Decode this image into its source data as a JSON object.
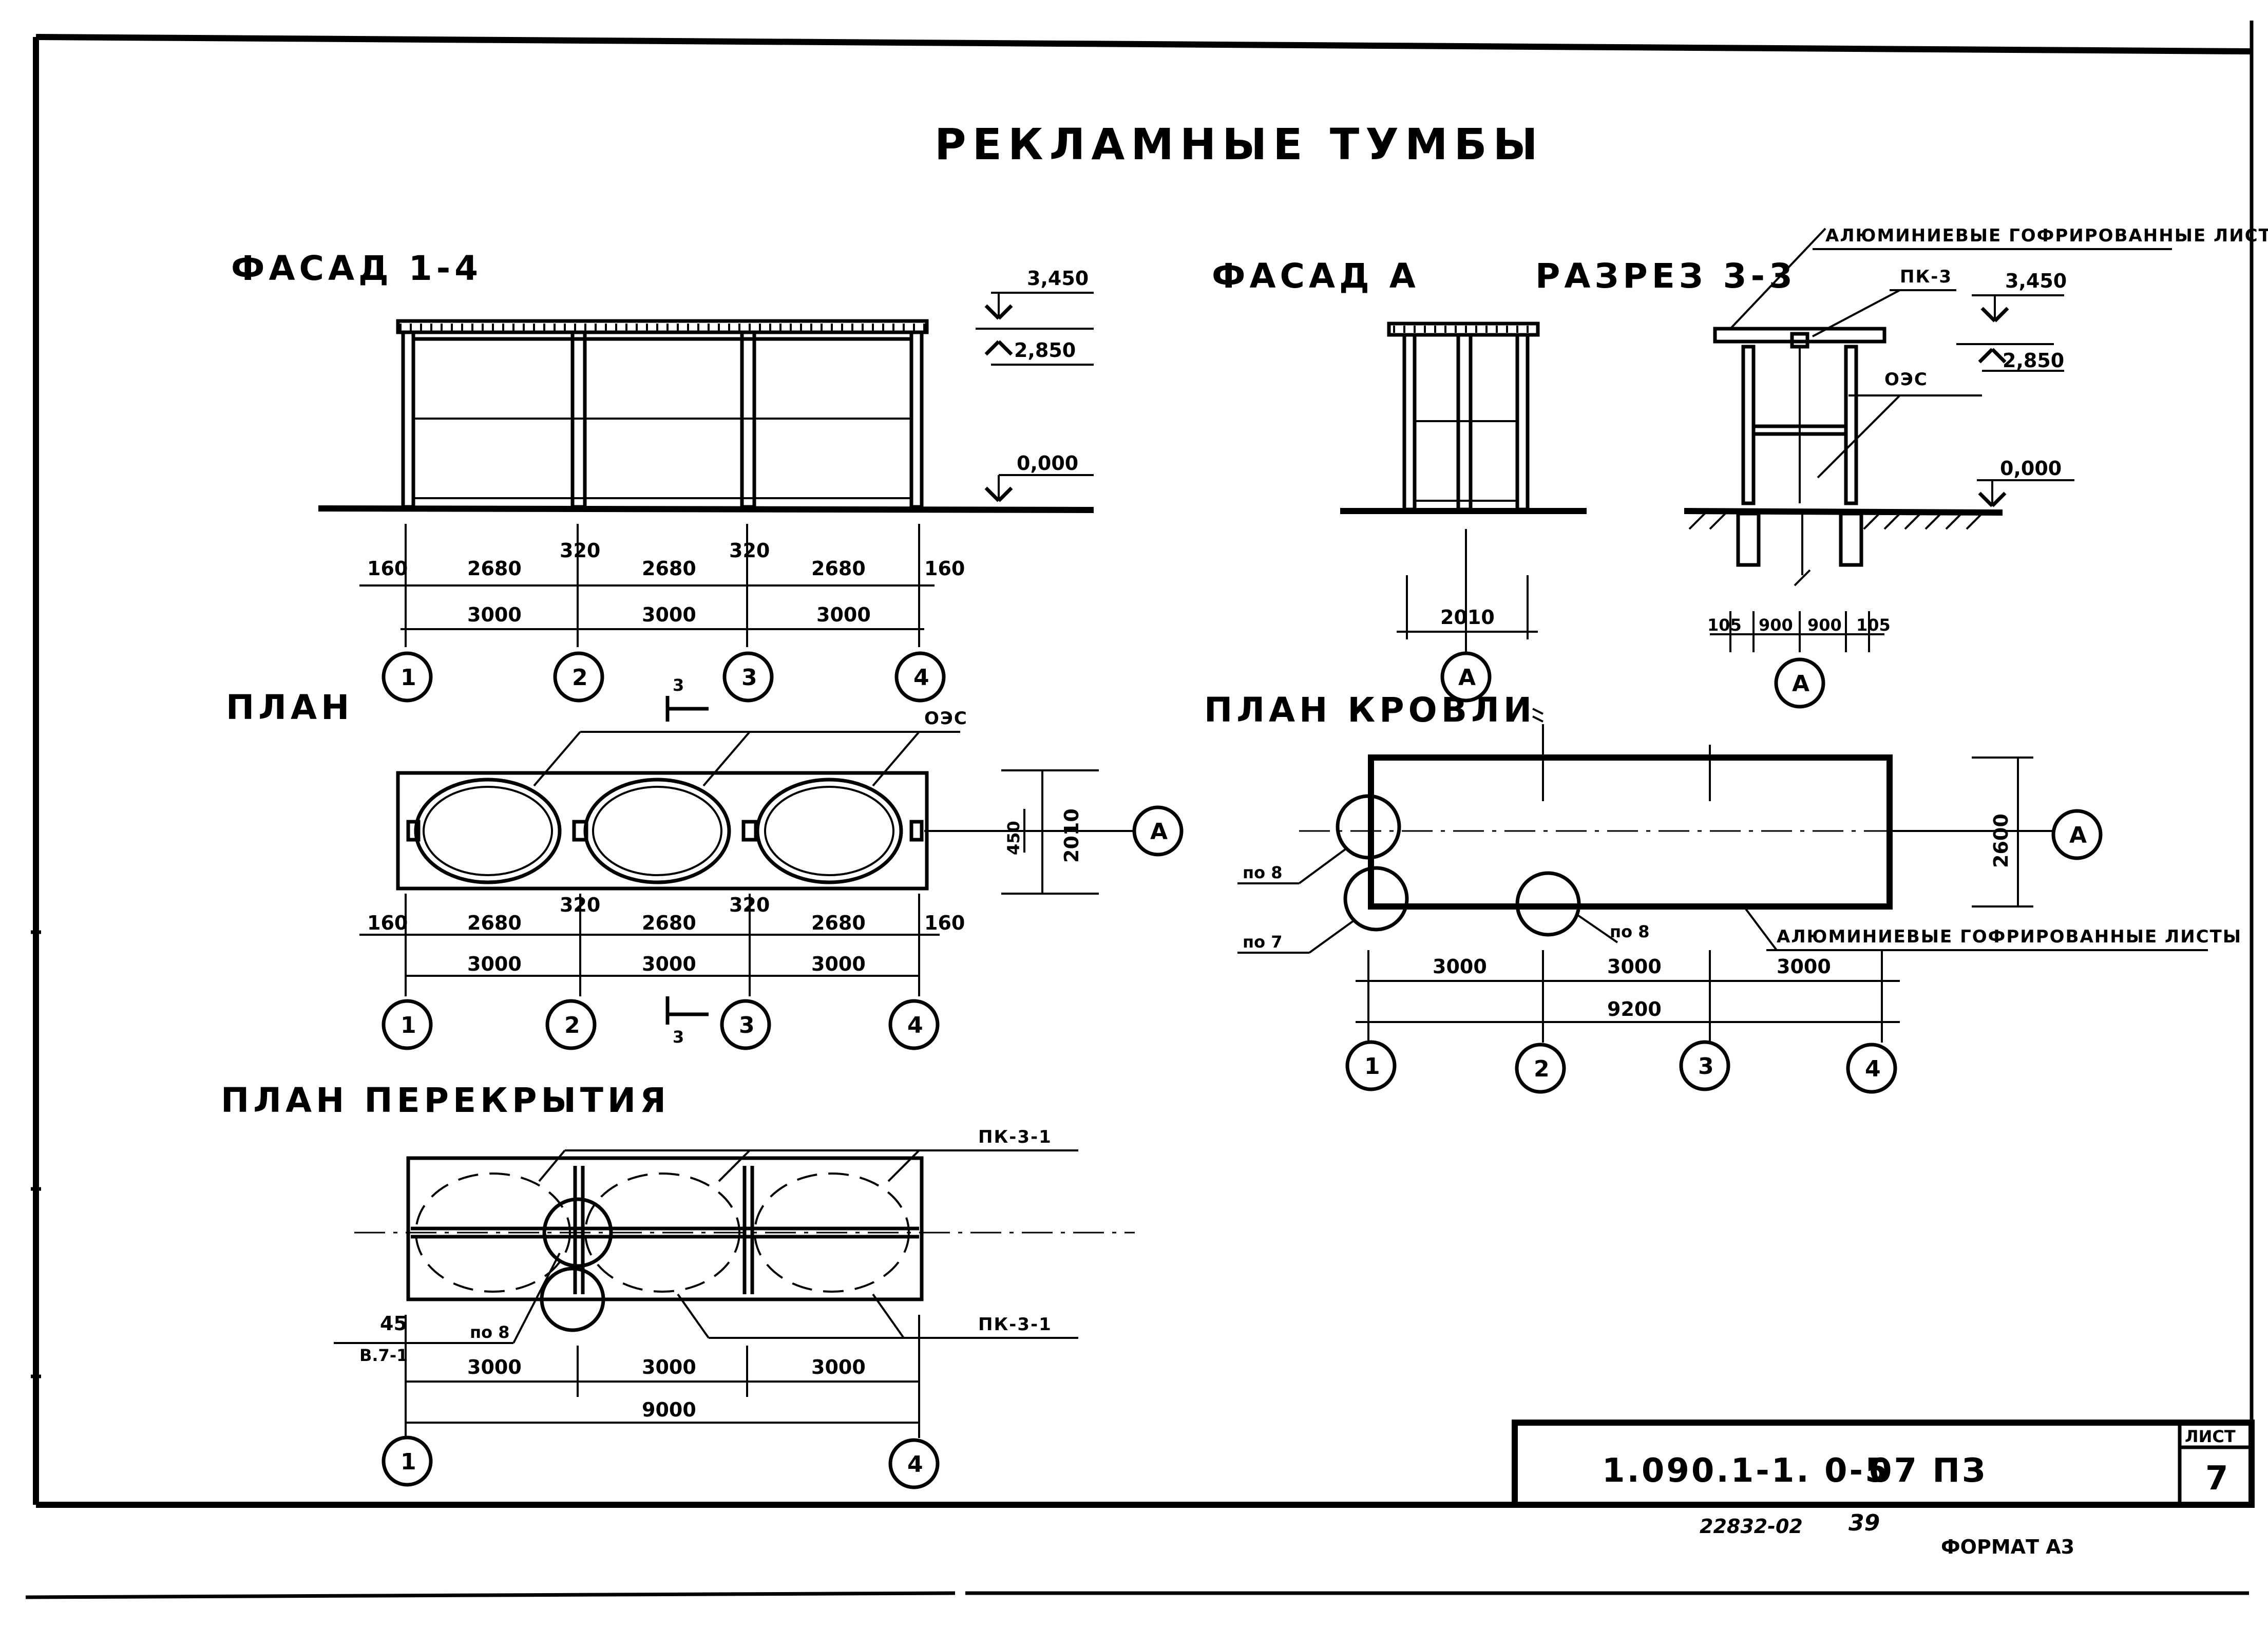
{
  "title": "РЕКЛАМНЫЕ ТУМБЫ",
  "views": {
    "facade_1_4": {
      "label": "ФАСАД 1-4",
      "elevations": [
        "3,450",
        "2,850",
        "0,000"
      ],
      "dims_top": [
        "160",
        "2680",
        "320",
        "2680",
        "320",
        "2680",
        "160"
      ],
      "dims_bottom": [
        "3000",
        "3000",
        "3000"
      ],
      "axes": [
        "1",
        "2",
        "3",
        "4"
      ]
    },
    "facade_a": {
      "label": "ФАСАД А",
      "dim": "2010",
      "axis": "А"
    },
    "section_3_3": {
      "label": "РАЗРЕЗ 3-3",
      "note_roof": "АЛЮМИНИЕВЫЕ ГОФРИРОВАННЫЕ ЛИСТЫ",
      "note_pk": "ПК-3",
      "note_ozh": "ОЭС",
      "elevations": [
        "3,450",
        "2,850",
        "0,000"
      ],
      "dims": [
        "105",
        "900",
        "900",
        "105"
      ],
      "axis": "А"
    },
    "plan": {
      "label": "ПЛАН",
      "cut_mark": "3",
      "note_ozh": "ОЭС",
      "dims_top": [
        "160",
        "2680",
        "320",
        "2680",
        "320",
        "2680",
        "160"
      ],
      "dims_bottom": [
        "3000",
        "3000",
        "3000"
      ],
      "dim_side_inner": "450",
      "dim_side_outer": "2010",
      "axes": [
        "1",
        "2",
        "3",
        "4"
      ],
      "axis_side": "А"
    },
    "roof_plan": {
      "label": "ПЛАН КРОВЛИ",
      "note_roof": "АЛЮМИНИЕВЫЕ ГОФРИРОВАННЫЕ ЛИСТЫ",
      "callouts": [
        "по 8",
        "по 7",
        "по 8"
      ],
      "dims_row": [
        "3000",
        "3000",
        "3000"
      ],
      "dim_total": "9200",
      "dim_side": "2600",
      "axes": [
        "1",
        "2",
        "3",
        "4"
      ],
      "axis_side": "А"
    },
    "slab_plan": {
      "label": "ПЛАН ПЕРЕКРЫТИЯ",
      "note_top": "ПК-3-1",
      "note_bottom": "ПК-3-1",
      "callout": "по 8",
      "dim_45": "45",
      "mark_b71": "В.7-1",
      "dims_row": [
        "3000",
        "3000",
        "3000"
      ],
      "dim_total": "9000",
      "axes": [
        "1",
        "4"
      ]
    }
  },
  "stamp": {
    "code": "1.090.1-1. 0-5",
    "sheet_code": "07 ПЗ",
    "sheet_label": "ЛИСТ",
    "sheet_no": "7"
  },
  "footer": {
    "inventory": "22832-02",
    "page": "39",
    "format": "ФОРМАТ А3"
  }
}
